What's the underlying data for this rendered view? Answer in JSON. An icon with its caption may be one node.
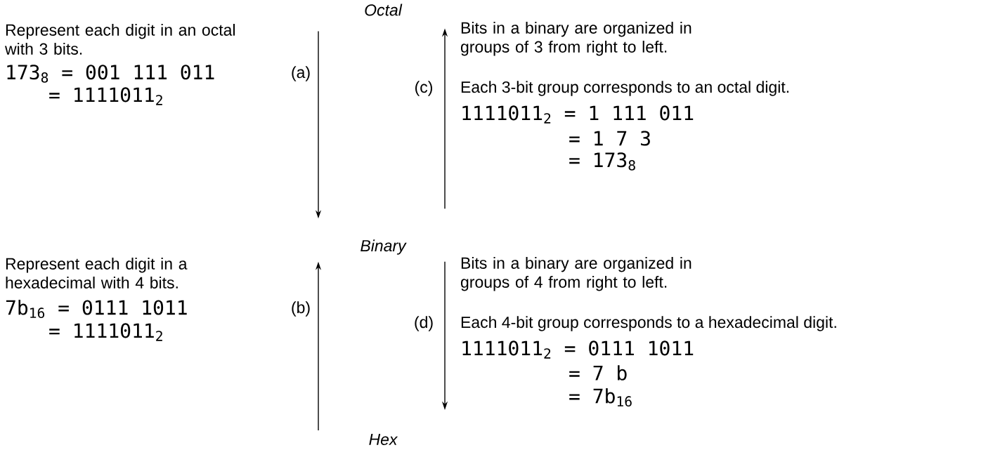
{
  "diagram": {
    "nodes": [
      {
        "text": [
          "Octal"
        ]
      },
      {
        "text": [
          "Binary"
        ]
      },
      {
        "text": [
          "Hex"
        ]
      }
    ],
    "edges": [
      {
        "from": 0,
        "to": 1,
        "arrow": "to",
        "label": "(a)"
      },
      {
        "from": 1,
        "to": 0,
        "arrow": "to",
        "label": "(c)"
      },
      {
        "from": 2,
        "to": 1,
        "arrow": "to",
        "label": "(b)"
      },
      {
        "from": 1,
        "to": 2,
        "arrow": "to",
        "label": "(d)"
      }
    ],
    "labels": [
      "Represent each digit in an octal with 3 bits.",
      "173$_{8}$ = 001 111 011",
      "= 1111011$_{2}$",
      "Bits in a binary are organized in groups of 3 from right to left.",
      "Each 3-bit group corresponds to an octal digit.",
      "1111011$_{2}$ = 1 111 011",
      "= 1 7 3",
      "= 173$_{8}$",
      "Represent each digit in a hexadecimal with 4 bits.",
      "7b$_{16}$ = 0111 1011",
      "= 1111011$_{2}$",
      "Bits in a binary are organized in groups of 4 from right to left.",
      "Each 4-bit group corresponds to a hexadecimal digit.",
      "1111011$_{2}$ = 0111 1011",
      "= 7 b",
      "= 7b$_{16}$"
    ]
  }
}
